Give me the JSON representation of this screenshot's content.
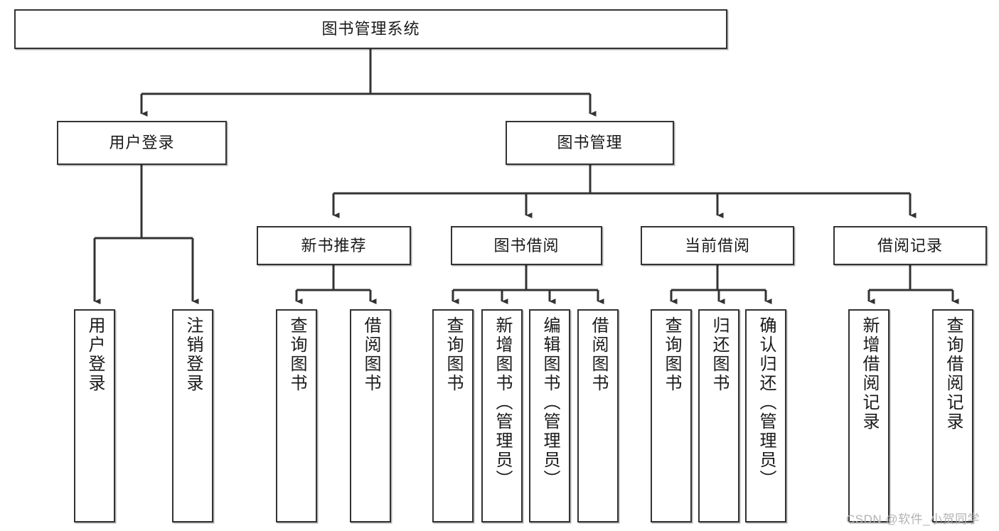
{
  "diagram": {
    "type": "org-chart",
    "title": "图书管理系统",
    "watermark": "CSDN @软件_小贺同学",
    "colors": {
      "stroke": "#333333",
      "text": "#1a1a1a",
      "background": "#ffffff",
      "watermark": "#b3b3b3"
    },
    "nodes": {
      "root": {
        "label": "图书管理系统"
      },
      "level2": [
        {
          "label": "用户登录"
        },
        {
          "label": "图书管理"
        }
      ],
      "level3": [
        {
          "label": "新书推荐"
        },
        {
          "label": "图书借阅"
        },
        {
          "label": "当前借阅"
        },
        {
          "label": "借阅记录"
        }
      ],
      "leaves": [
        {
          "label": "用户登录",
          "parent": "用户登录"
        },
        {
          "label": "注销登录",
          "parent": "用户登录"
        },
        {
          "label": "查询图书",
          "parent": "新书推荐"
        },
        {
          "label": "借阅图书",
          "parent": "新书推荐"
        },
        {
          "label": "查询图书",
          "parent": "图书借阅"
        },
        {
          "label": "新增图书（管理员）",
          "parent": "图书借阅"
        },
        {
          "label": "编辑图书（管理员）",
          "parent": "图书借阅"
        },
        {
          "label": "借阅图书",
          "parent": "图书借阅"
        },
        {
          "label": "查询图书",
          "parent": "当前借阅"
        },
        {
          "label": "归还图书",
          "parent": "当前借阅"
        },
        {
          "label": "确认归还（管理员）",
          "parent": "当前借阅"
        },
        {
          "label": "新增借阅记录",
          "parent": "借阅记录"
        },
        {
          "label": "查询借阅记录",
          "parent": "借阅记录"
        }
      ]
    }
  }
}
